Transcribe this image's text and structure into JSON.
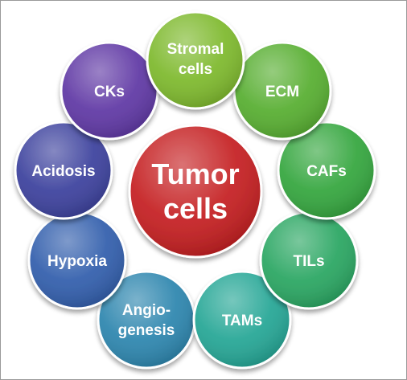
{
  "center": {
    "line1": "Tumor",
    "line2": "cells",
    "color": "#c41c1e"
  },
  "nodes": [
    {
      "key": "stromal",
      "line1": "Stromal",
      "line2": "cells",
      "color": "#7cb82a"
    },
    {
      "key": "ecm",
      "line1": "ECM",
      "line2": "",
      "color": "#55ad2e"
    },
    {
      "key": "cafs",
      "line1": "CAFs",
      "line2": "",
      "color": "#32a53c"
    },
    {
      "key": "tils",
      "line1": "TILs",
      "line2": "",
      "color": "#27a560"
    },
    {
      "key": "tams",
      "line1": "TAMs",
      "line2": "",
      "color": "#22a594"
    },
    {
      "key": "angio",
      "line1": "Angio-",
      "line2": "genesis",
      "color": "#2a84ad"
    },
    {
      "key": "hypoxia",
      "line1": "Hypoxia",
      "line2": "",
      "color": "#2f5cab"
    },
    {
      "key": "acidosis",
      "line1": "Acidosis",
      "line2": "",
      "color": "#3a3f9c"
    },
    {
      "key": "cks",
      "line1": "CKs",
      "line2": "",
      "color": "#5d35a3"
    }
  ]
}
